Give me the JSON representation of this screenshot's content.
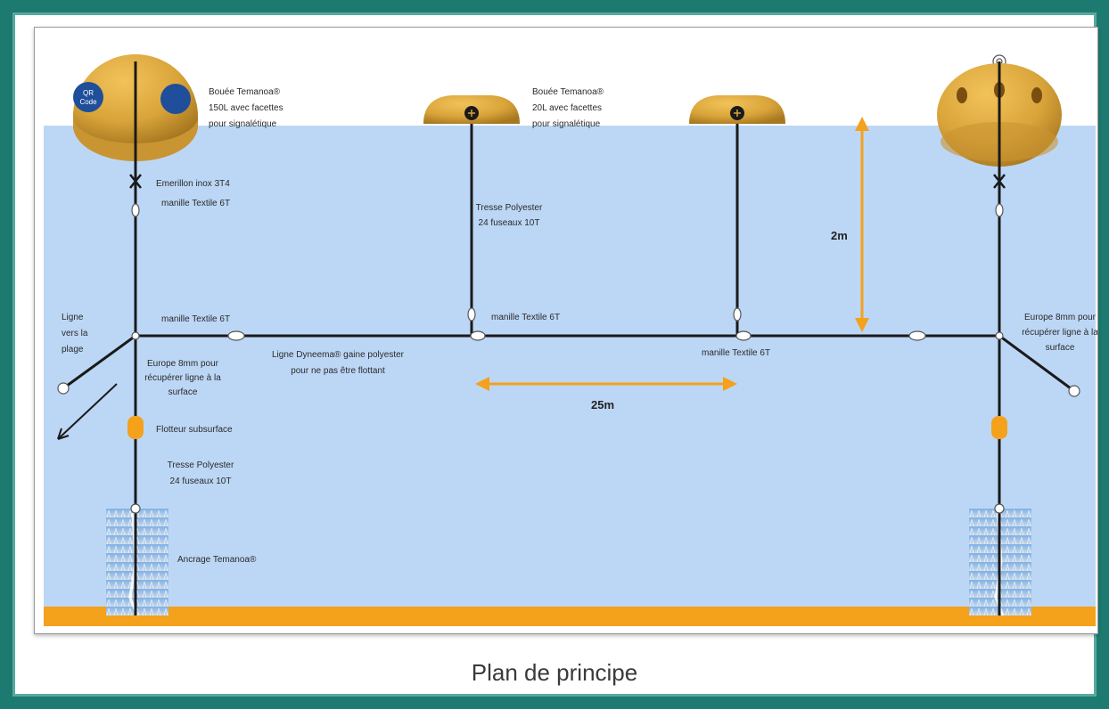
{
  "caption": "Plan de principe",
  "labels": {
    "buoy_large": [
      "Bouée Temanoa®",
      "150L avec facettes",
      "pour signalétique"
    ],
    "buoy_small": [
      "Bouée Temanoa®",
      "20L avec facettes",
      "pour signalétique"
    ],
    "qr_code": [
      "QR",
      "Code"
    ],
    "emerillon": "Emerillon inox 3T4",
    "manille_top": "manille Textile 6T",
    "tresse_mid": [
      "Tresse Polyester",
      "24 fuseaux 10T"
    ],
    "manille_left_mid": "manille Textile 6T",
    "ligne_plage": [
      "Ligne",
      "vers la",
      "plage"
    ],
    "europe_left": [
      "Europe 8mm pour",
      "récupérer ligne à la",
      "surface"
    ],
    "ligne_dyneema": [
      "Ligne Dyneema® gaine polyester",
      "pour ne pas être flottant"
    ],
    "manille_center": "manille Textile 6T",
    "manille_right": "manille Textile 6T",
    "europe_right": [
      "Europe 8mm pour",
      "récupérer ligne à la",
      "surface"
    ],
    "flotteur": "Flotteur subsurface",
    "tresse_bottom": [
      "Tresse Polyester",
      "24 fuseaux 10T"
    ],
    "ancrage": "Ancrage Temanoa®",
    "dim_vertical": "2m",
    "dim_horizontal": "25m"
  },
  "colors": {
    "water": "#bcd7f5",
    "seabed": "#f4a11b",
    "buoy": "#d9a43a",
    "rope": "#1a1a1a",
    "arrow": "#f4a11b",
    "frame": "#1d7a70"
  }
}
